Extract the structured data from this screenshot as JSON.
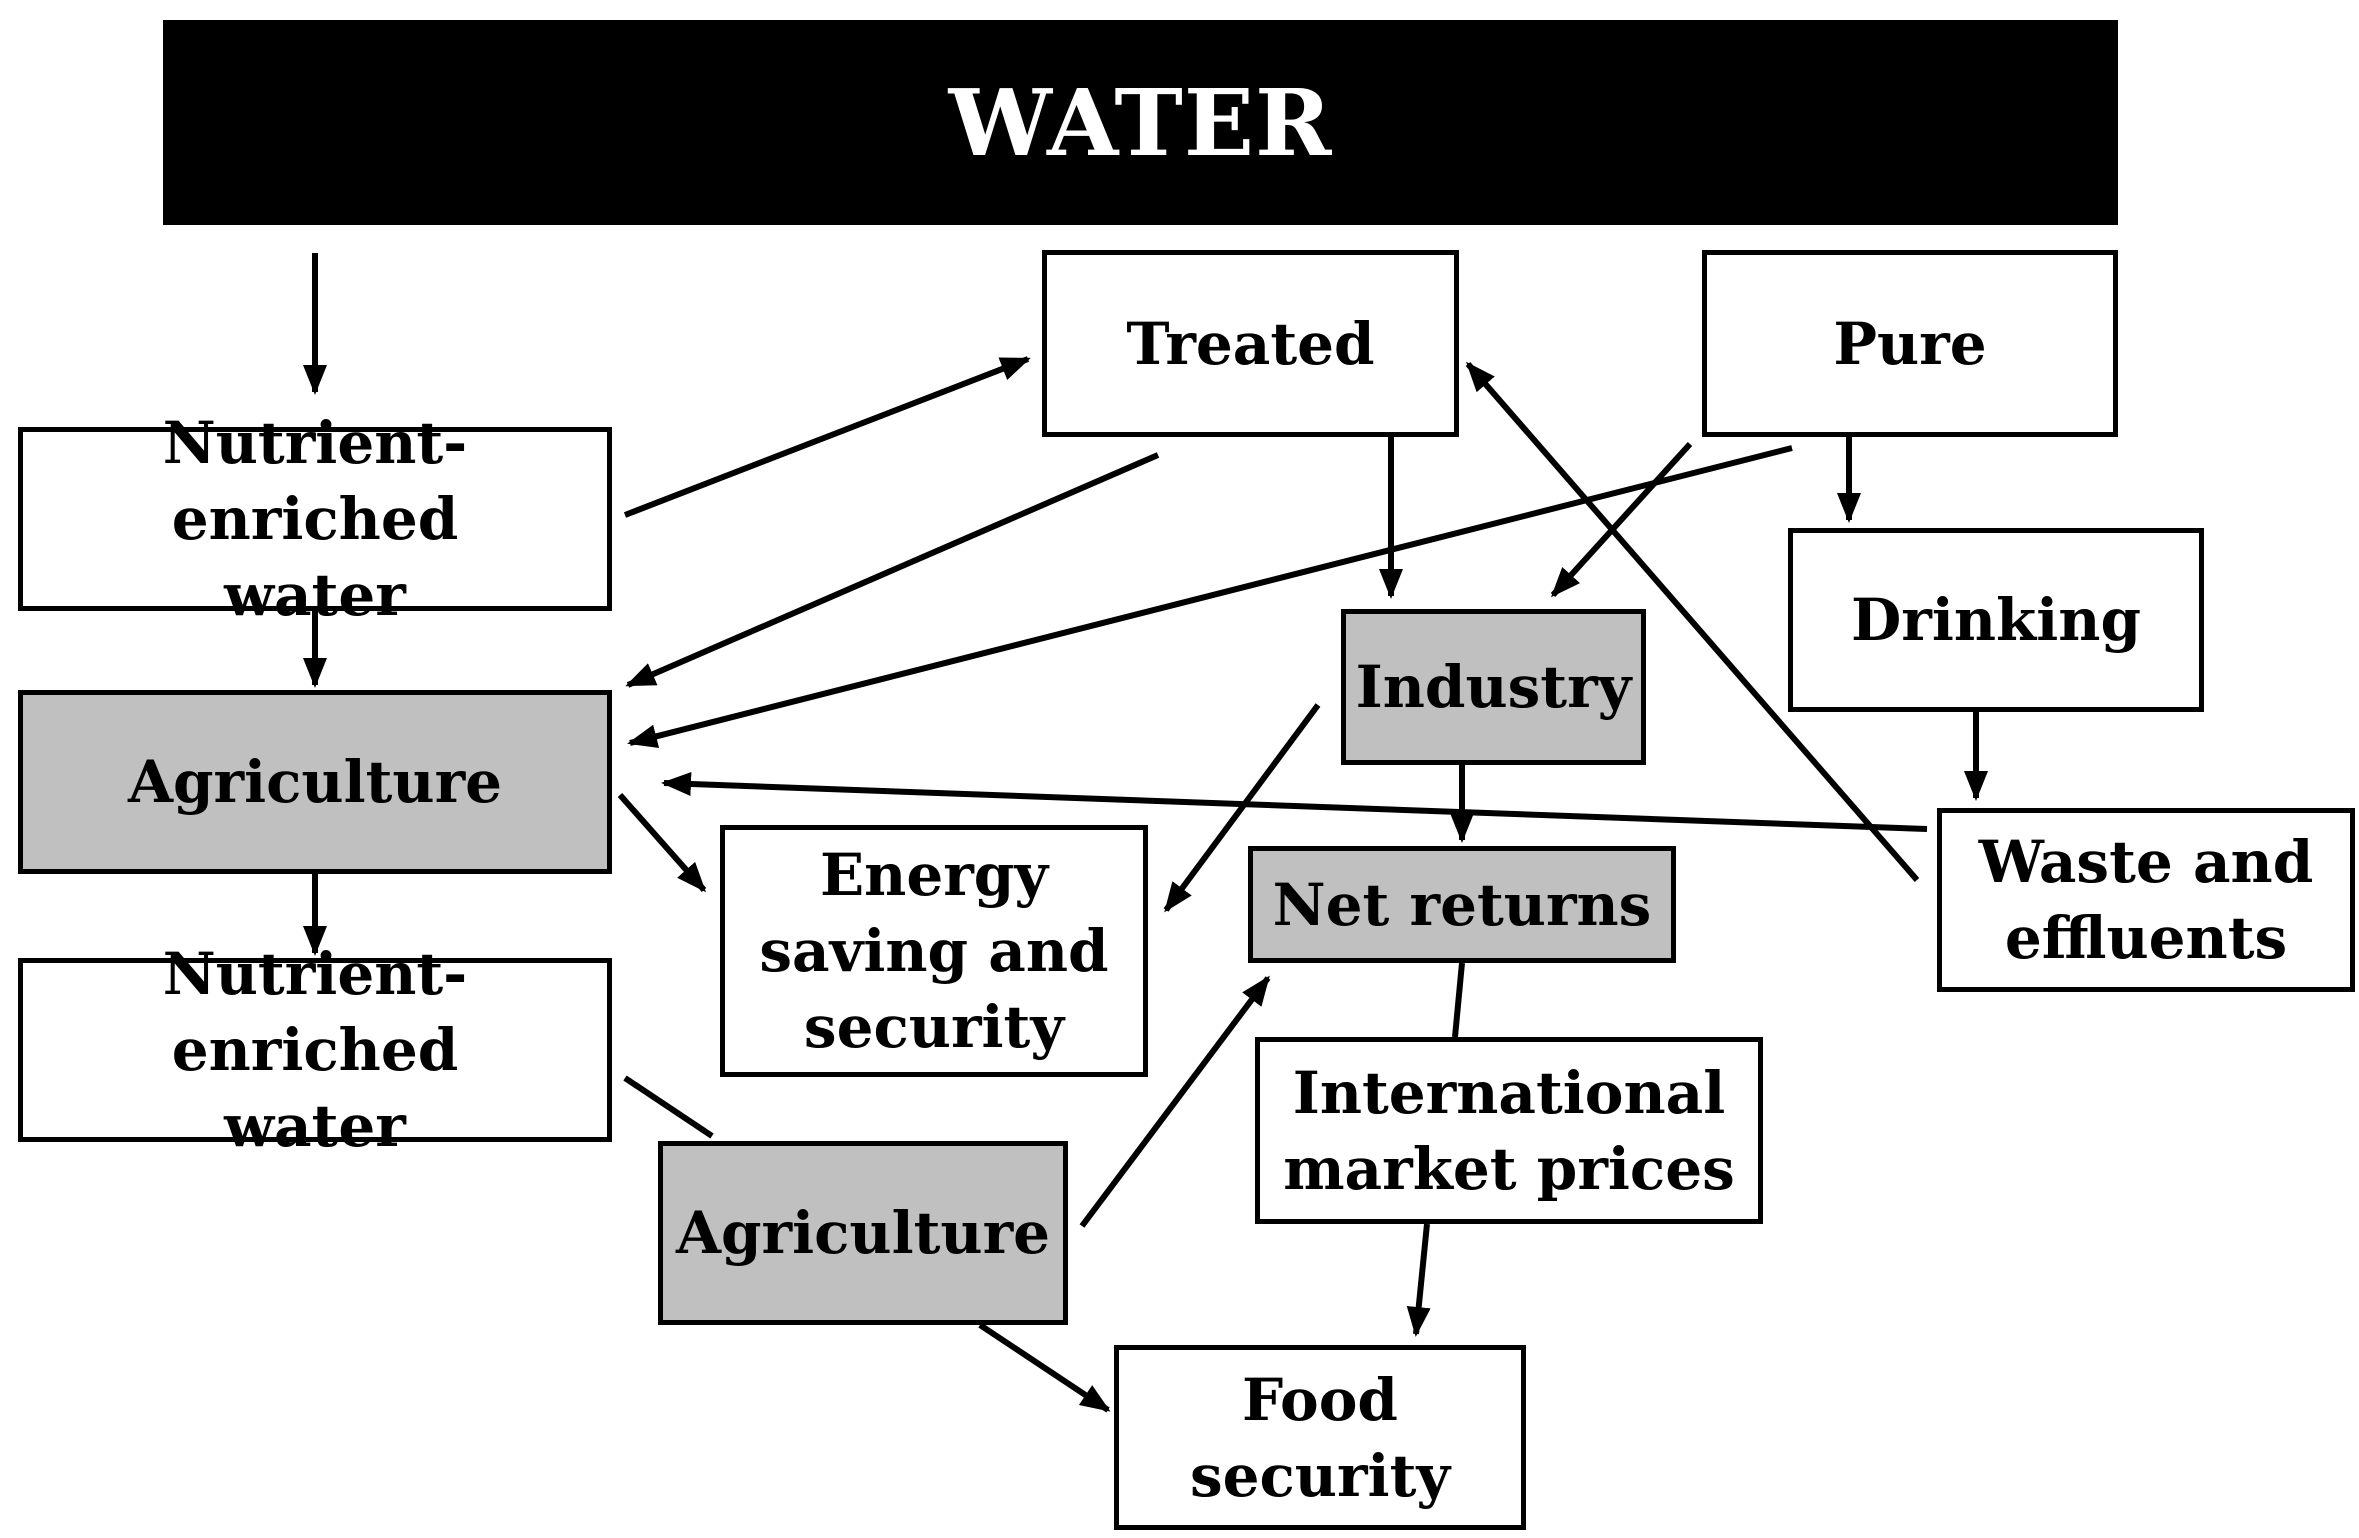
{
  "diagram": {
    "header": "WATER",
    "nodes": {
      "nutrient_1": "Nutrient-enriched\nwater",
      "agriculture_1": "Agriculture",
      "nutrient_2": "Nutrient-enriched\nwater",
      "treated": "Treated",
      "pure": "Pure",
      "industry": "Industry",
      "drinking": "Drinking",
      "energy": "Energy\nsaving and\nsecurity",
      "net_returns": "Net returns",
      "waste": "Waste and\neffluents",
      "international": "International\nmarket prices",
      "agriculture_2": "Agriculture",
      "food_security": "Food\nsecurity"
    },
    "colors": {
      "header_background": "#000000",
      "header_text": "#ffffff",
      "highlight_fill": "#c0c0c0",
      "box_fill": "#ffffff",
      "line": "#000000"
    }
  }
}
